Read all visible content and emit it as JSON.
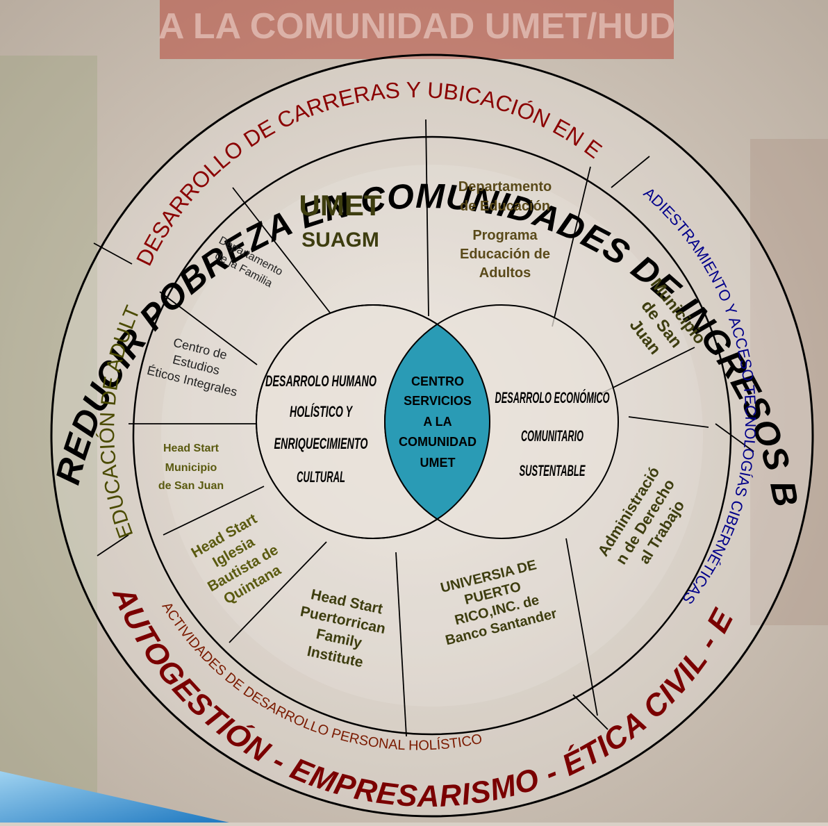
{
  "outer_ring": {
    "top": "REDUCIR POBREZA EN COMUNIDADES DE INGRESOS BAJOS Y MODERADOS DE SAN JUAN",
    "bottom": "AUTOGESTIÓN - EMPRESARISMO - ÉTICA CIVIL - EDUCACIÓN",
    "top_color": "#000000",
    "bottom_color": "#7a0000"
  },
  "middle_ring": {
    "top": "DESARROLLO DE CARRERAS Y UBICACIÓN EN EMPLEO",
    "right": "ADIESTRAMIENTO Y ACCESO TECNOLOGÍAS CIBERNÉTICAS",
    "left": "EDUCACIÓN DE ADULTOS",
    "bottom": "ACTIVIDADES DE DESARROLLO PERSONAL HOLÍSTICO"
  },
  "banner": {
    "text": "A LA COMUNIDAD UMET/HUD"
  },
  "segments": {
    "umet": {
      "line1": "UMET",
      "line2": "SUAGM"
    },
    "educacion": {
      "line1": "Departamento",
      "line2": "de Educación",
      "line3": "Programa",
      "line4": "Educación de",
      "line5": "Adultos"
    },
    "municipio": {
      "line1": "Municipio",
      "line2": "de San",
      "line3": "Juan"
    },
    "administracion": {
      "line1": "Administració",
      "line2": "n de Derecho",
      "line3": "al Trabajo"
    },
    "universia": {
      "line1": "UNIVERSIA DE",
      "line2": "PUERTO",
      "line3": "RICO,INC. de",
      "line4": "Banco Santander"
    },
    "puertorrican": {
      "line1": "Head Start",
      "line2": "Puertorrican",
      "line3": "Family",
      "line4": "Institute"
    },
    "quintana": {
      "line1": "Head Start",
      "line2": "Iglesia",
      "line3": "Bautista de",
      "line4": "Quintana"
    },
    "hs_municipio": {
      "line1": "Head Start",
      "line2": "Municipio",
      "line3": "de San Juan"
    },
    "centro_estudios": {
      "line1": "Centro de",
      "line2": "Estudios",
      "line3": "Éticos Integrales"
    },
    "familia": {
      "line1": "Departamento",
      "line2": "de la Familia"
    }
  },
  "inner": {
    "left": {
      "line1": "DESARROLO HUMANO",
      "line2": "HOLÍSTICO Y",
      "line3": "ENRIQUECIMIENTO",
      "line4": "CULTURAL"
    },
    "right": {
      "line1": "DESARROLO ECONÓMICO",
      "line2": "COMUNITARIO",
      "line3": "SUSTENTABLE"
    },
    "center": {
      "line1": "CENTRO",
      "line2": "SERVICIOS",
      "line3": "A LA",
      "line4": "COMUNIDAD",
      "line5": "UMET",
      "color": "#2a9bb5"
    }
  }
}
